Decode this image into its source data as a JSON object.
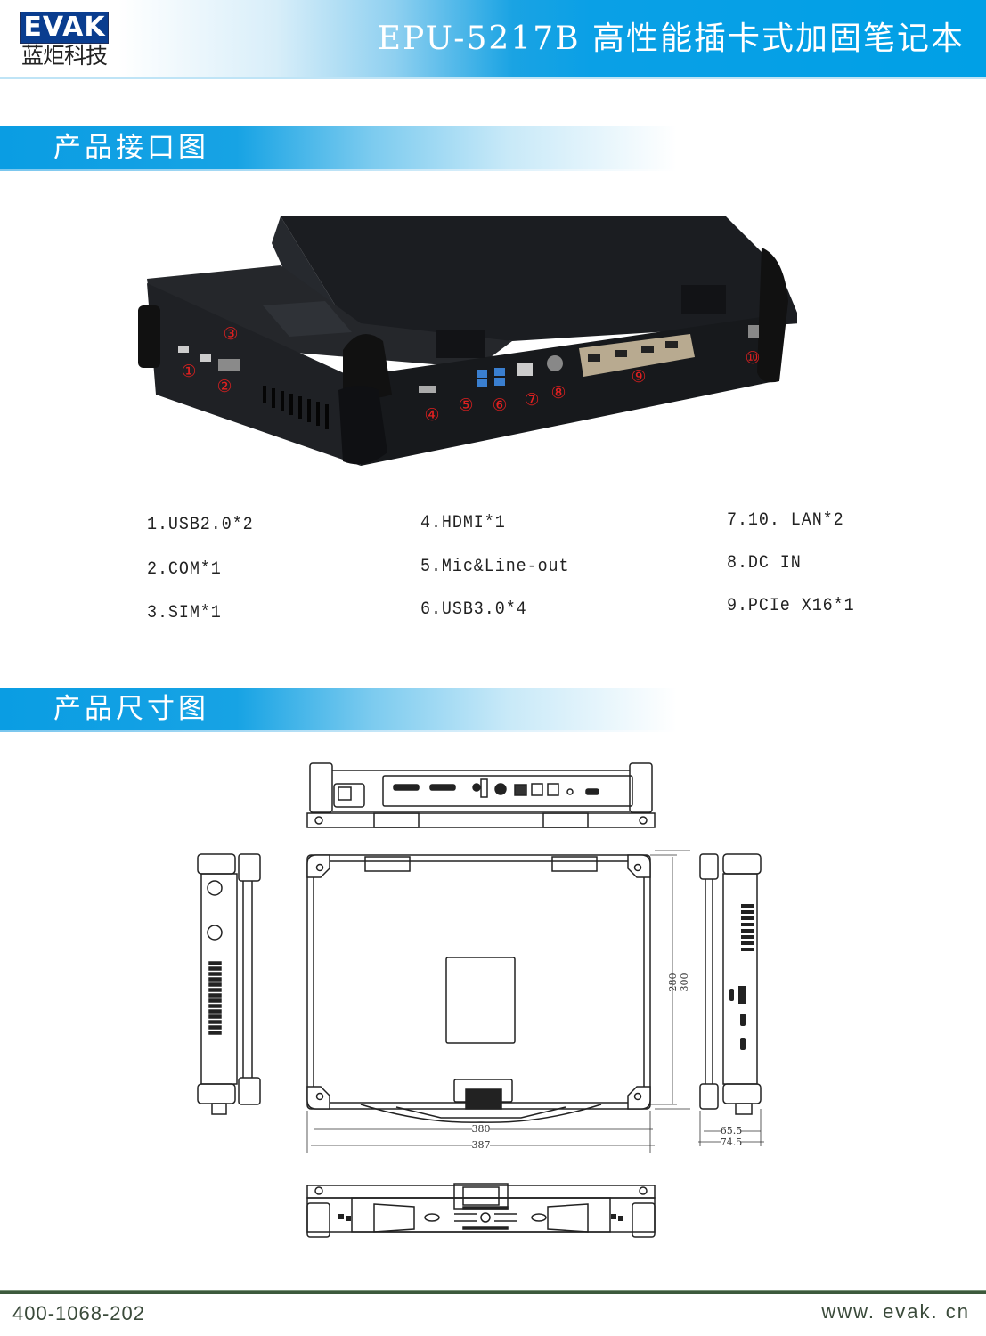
{
  "header": {
    "logo_text": "EVAK",
    "logo_cn": "蓝炬科技",
    "title": "EPU-5217B 高性能插卡式加固笔记本",
    "bg_color": "#00a0e6",
    "logo_color": "#0a3d8f"
  },
  "sections": {
    "interfaces_title": "产品接口图",
    "dimensions_title": "产品尺寸图"
  },
  "photo": {
    "callouts": [
      "①",
      "②",
      "③",
      "④",
      "⑤",
      "⑥",
      "⑦",
      "⑧",
      "⑨",
      "⑩"
    ],
    "callout_color": "#e02020"
  },
  "interfaces": {
    "col1": [
      "1.USB2.0*2",
      "2.COM*1",
      "3.SIM*1"
    ],
    "col2": [
      "4.HDMI*1",
      "5.Mic&Line-out",
      "6.USB3.0*4"
    ],
    "col3": [
      "7.10. LAN*2",
      "8.DC IN",
      "9.PCIe X16*1"
    ]
  },
  "dimensions": {
    "width_inner": "380",
    "width_outer": "387",
    "depth_inner": "280",
    "depth_outer": "300",
    "height_inner": "65.5",
    "height_outer": "74.5"
  },
  "footer": {
    "phone": "400-1068-202",
    "website": "www. evak. cn"
  }
}
